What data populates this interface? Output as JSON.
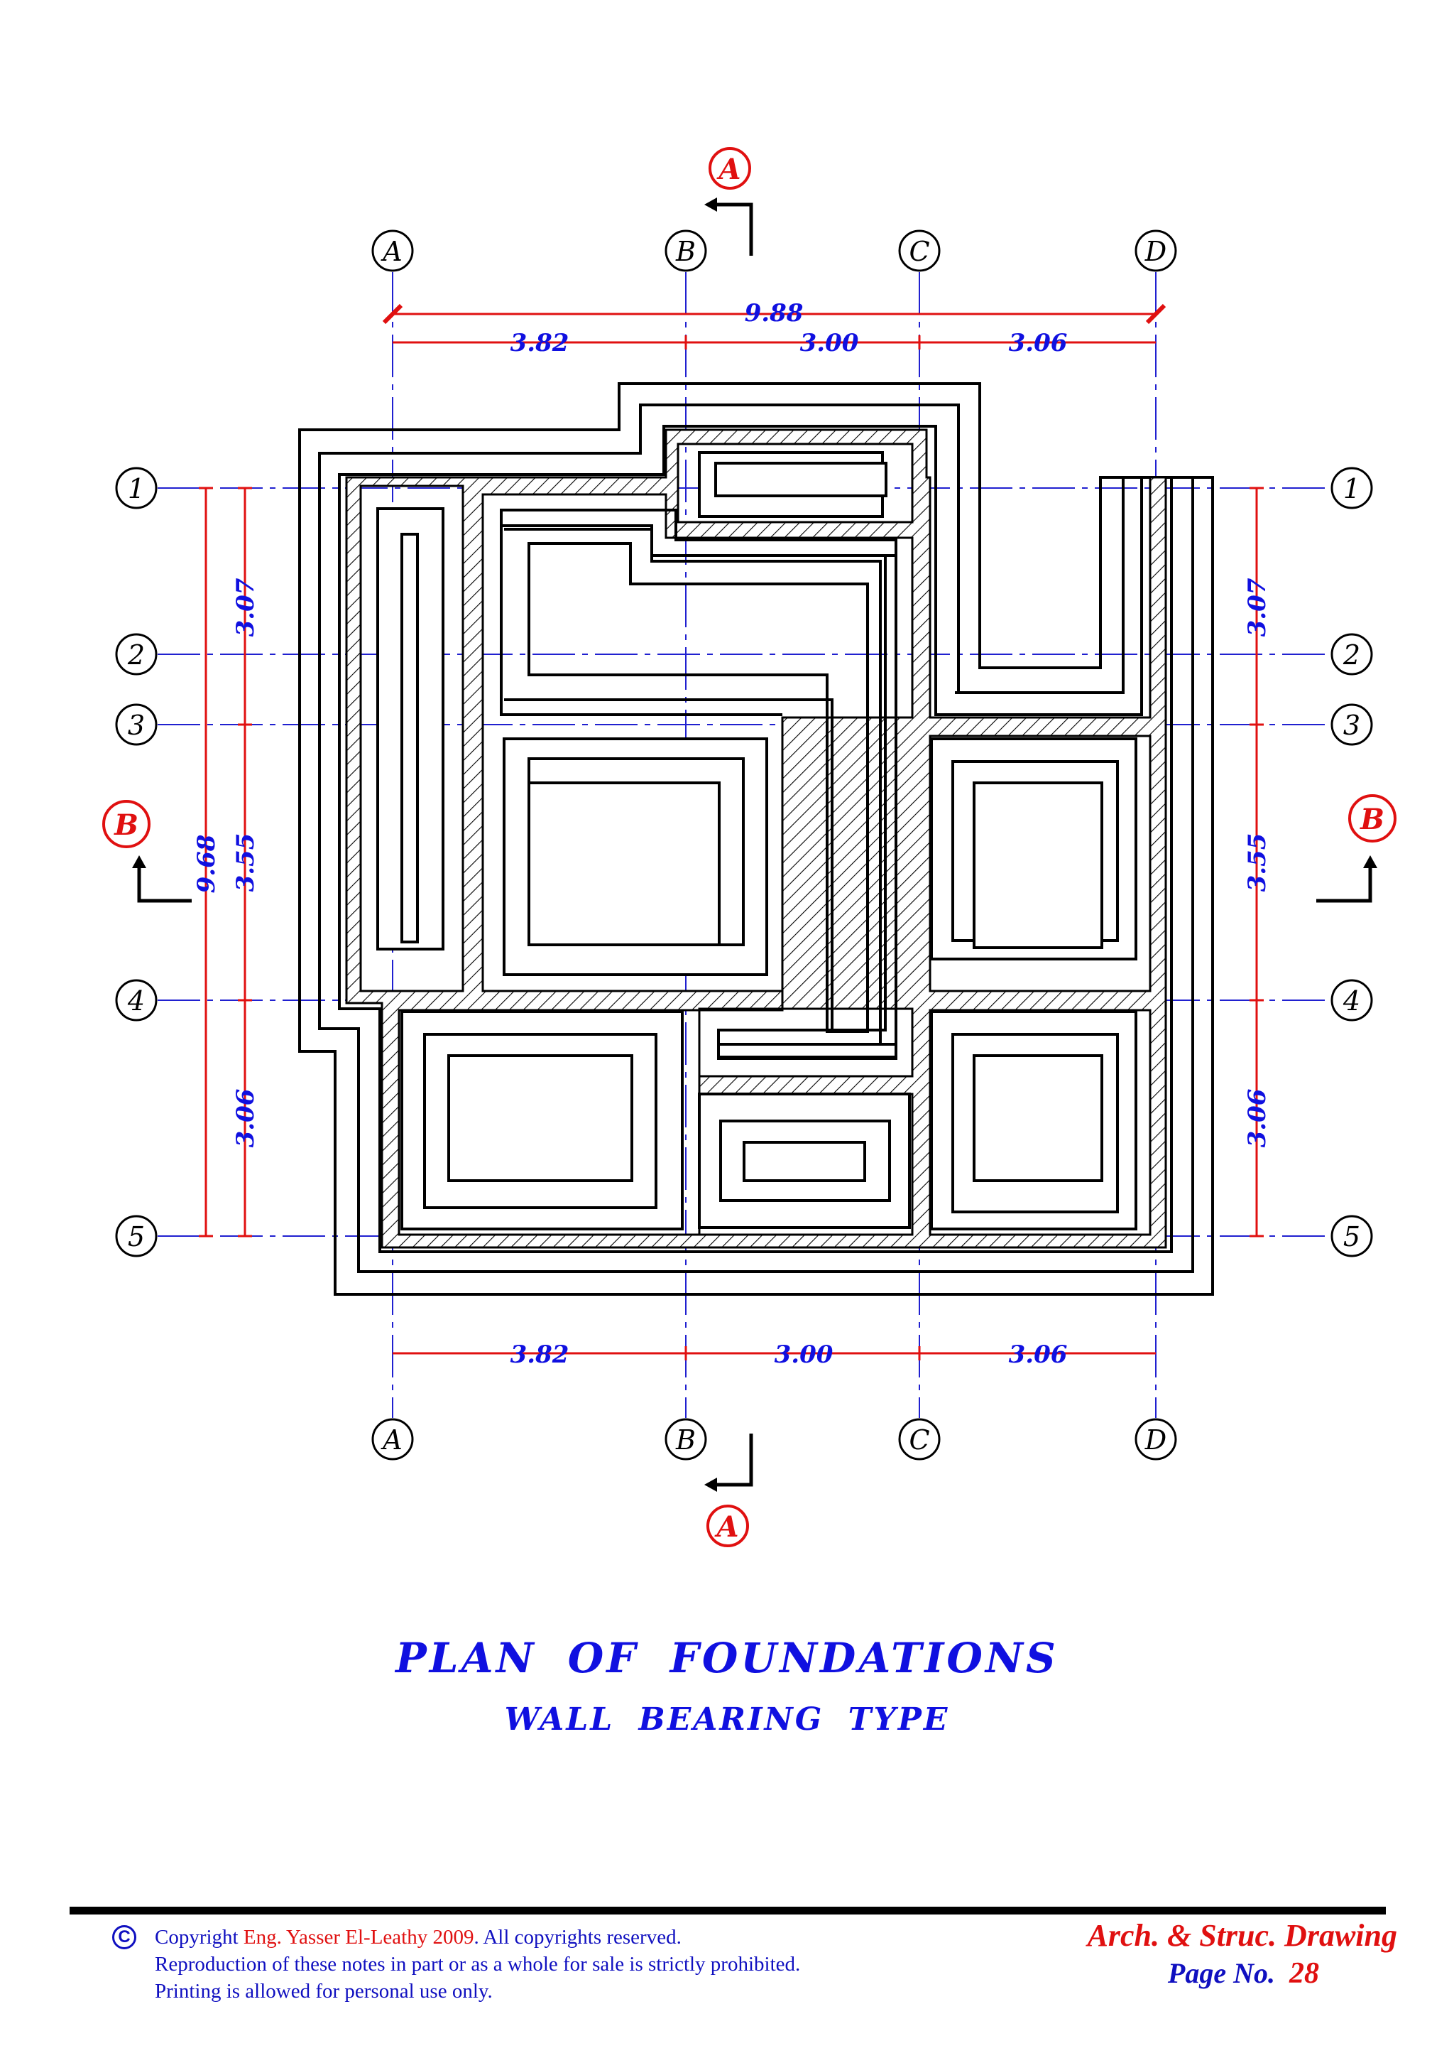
{
  "grid": {
    "columns": [
      "A",
      "B",
      "C",
      "D"
    ],
    "rows": [
      "1",
      "2",
      "3",
      "4",
      "5"
    ]
  },
  "sections": {
    "a": "A",
    "b": "B"
  },
  "dimensions": {
    "overall_x": "9.88",
    "spans_x": [
      "3.82",
      "3.00",
      "3.06"
    ],
    "overall_y": "9.68",
    "spans_y": [
      "3.07",
      "3.55",
      "3.06"
    ]
  },
  "title": {
    "main": "PLAN OF FOUNDATIONS",
    "sub": "WALL BEARING TYPE"
  },
  "footer": {
    "copyright_symbol": "C",
    "line1_prefix": "Copyright ",
    "line1_author": "Eng. Yasser El-Leathy 2009",
    "line1_suffix": ". All copyrights reserved.",
    "line2": "Reproduction of these notes in part or as a whole for sale is strictly prohibited.",
    "line3": "Printing is allowed for personal use only.",
    "drawing_type": "Arch. & Struc. Drawing",
    "page_label": "Page No.",
    "page_number": "28"
  },
  "colors": {
    "dimension": "#e01010",
    "dimension_text": "#1010e0",
    "gridline": "#2020d0",
    "outline": "#000000",
    "section_mark": "#e01010"
  }
}
